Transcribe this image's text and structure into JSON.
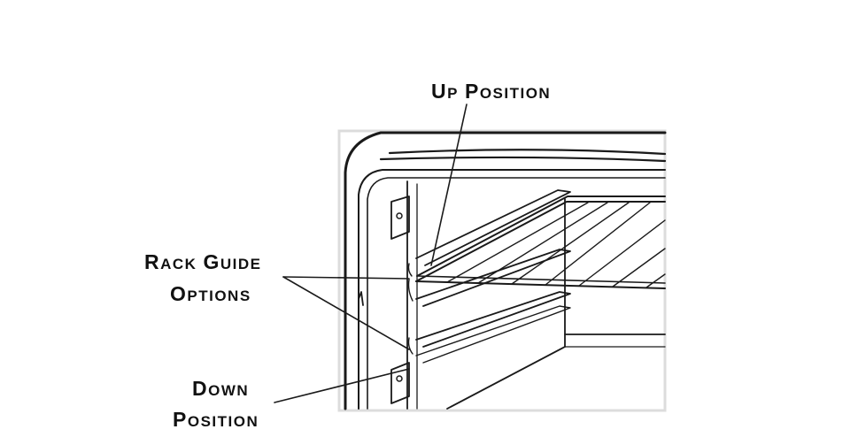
{
  "labels": {
    "up_position": {
      "first_initial": "U",
      "first_rest": "P",
      "second_initial": "P",
      "second_rest": "OSITION"
    },
    "rack_guide_options": {
      "line1": {
        "first_initial": "R",
        "first_rest": "ACK",
        "second_initial": "G",
        "second_rest": "UIDE"
      },
      "line2": {
        "first_initial": "O",
        "first_rest": "PTIONS"
      }
    },
    "down_position": {
      "line1": {
        "first_initial": "D",
        "first_rest": "OWN"
      },
      "line2": {
        "first_initial": "P",
        "first_rest": "OSITION"
      }
    }
  },
  "colors": {
    "line": "#1a1a1a",
    "frame": "#dcdcdc",
    "text": "#111111"
  }
}
